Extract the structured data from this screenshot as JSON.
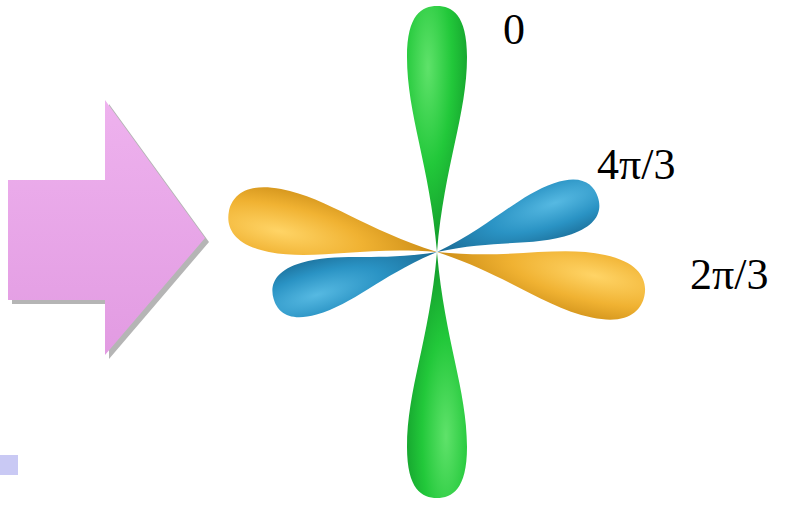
{
  "diagram": {
    "labels": [
      "0",
      "4π/3",
      "2π/3"
    ]
  }
}
